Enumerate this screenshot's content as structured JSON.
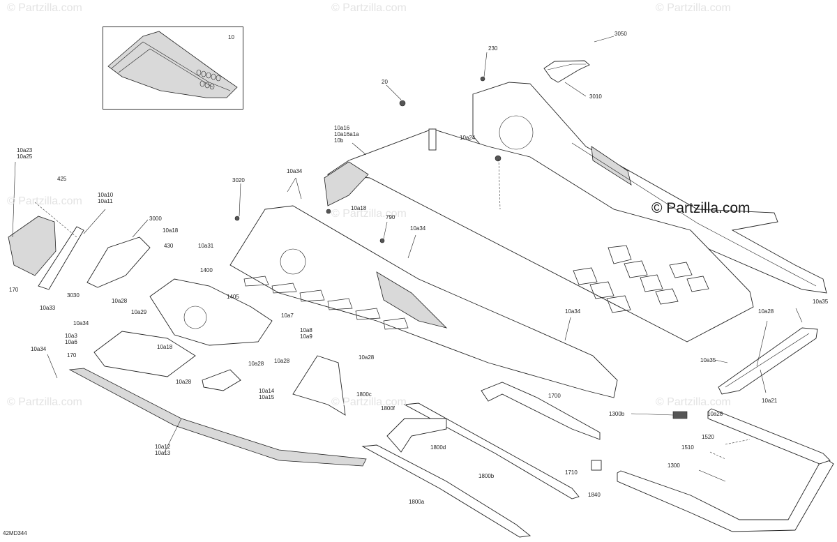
{
  "watermark": "© Partzilla.com",
  "brand": "© Partzilla.com",
  "diagram_code": "42MD344",
  "labels": [
    {
      "id": "l10",
      "text": "10"
    },
    {
      "id": "l3050",
      "text": "3050"
    },
    {
      "id": "l230",
      "text": "230"
    },
    {
      "id": "l3010",
      "text": "3010"
    },
    {
      "id": "l20",
      "text": "20"
    },
    {
      "id": "l10a16",
      "text": "10a16\n10a16a1a\n10b"
    },
    {
      "id": "l10a24",
      "text": "10a24"
    },
    {
      "id": "l10a23",
      "text": "10a23\n10a25"
    },
    {
      "id": "l425",
      "text": "425"
    },
    {
      "id": "l10a10",
      "text": "10a10\n10a11"
    },
    {
      "id": "l3020",
      "text": "3020"
    },
    {
      "id": "l10a34a",
      "text": "10a34"
    },
    {
      "id": "l10a18a",
      "text": "10a18"
    },
    {
      "id": "l790",
      "text": "790"
    },
    {
      "id": "l10a34b",
      "text": "10a34"
    },
    {
      "id": "l3000",
      "text": "3000"
    },
    {
      "id": "l10a18b",
      "text": "10a18"
    },
    {
      "id": "l430",
      "text": "430"
    },
    {
      "id": "l10a31",
      "text": "10a31"
    },
    {
      "id": "l170a",
      "text": "170"
    },
    {
      "id": "l10a33",
      "text": "10a33"
    },
    {
      "id": "l3030",
      "text": "3030"
    },
    {
      "id": "l1400",
      "text": "1400"
    },
    {
      "id": "l1405",
      "text": "1405"
    },
    {
      "id": "l10a7",
      "text": "10a7"
    },
    {
      "id": "l10a28a",
      "text": "10a28"
    },
    {
      "id": "l10a29",
      "text": "10a29"
    },
    {
      "id": "l10a34c",
      "text": "10a34"
    },
    {
      "id": "l10a3",
      "text": "10a3\n10a6"
    },
    {
      "id": "l10a18c",
      "text": "10a18"
    },
    {
      "id": "l10a34d",
      "text": "10a34"
    },
    {
      "id": "l170b",
      "text": "170"
    },
    {
      "id": "l10a28b",
      "text": "10a28"
    },
    {
      "id": "l10a28c",
      "text": "10a28"
    },
    {
      "id": "l10a8",
      "text": "10a8\n10a9"
    },
    {
      "id": "l10a28d",
      "text": "10a28"
    },
    {
      "id": "l10a28e",
      "text": "10a28"
    },
    {
      "id": "l10a14",
      "text": "10a14\n10a15"
    },
    {
      "id": "l10a34e",
      "text": "10a34"
    },
    {
      "id": "l10a28f",
      "text": "10a28"
    },
    {
      "id": "l10a35a",
      "text": "10a35"
    },
    {
      "id": "l10a35b",
      "text": "10a35"
    },
    {
      "id": "l10a21",
      "text": "10a21"
    },
    {
      "id": "l1800c",
      "text": "1800c"
    },
    {
      "id": "l1800f",
      "text": "1800f"
    },
    {
      "id": "l1800d",
      "text": "1800d"
    },
    {
      "id": "l1700",
      "text": "1700"
    },
    {
      "id": "l1300b",
      "text": "1300b"
    },
    {
      "id": "l10a28g",
      "text": "10a28"
    },
    {
      "id": "l1520",
      "text": "1520"
    },
    {
      "id": "l1510",
      "text": "1510"
    },
    {
      "id": "l1300",
      "text": "1300"
    },
    {
      "id": "l1710",
      "text": "1710"
    },
    {
      "id": "l1800b",
      "text": "1800b"
    },
    {
      "id": "l1840",
      "text": "1840"
    },
    {
      "id": "l1800a",
      "text": "1800a"
    },
    {
      "id": "l10a12",
      "text": "10a12\n10a13"
    }
  ]
}
